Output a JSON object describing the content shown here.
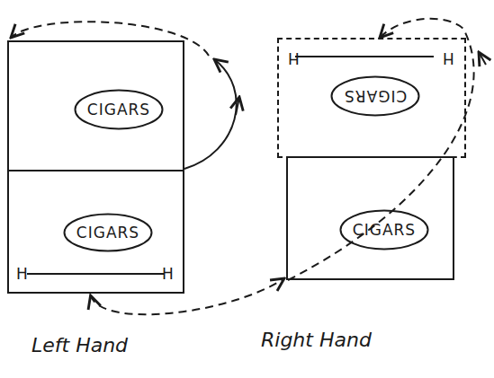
{
  "diagram": {
    "nodes": [
      {
        "text": []
      },
      {
        "text": [
          "CIGARS"
        ],
        "in": 0
      },
      {
        "text": [
          "H",
          "H"
        ]
      },
      {
        "text": [
          "CIGARS"
        ],
        "in": 2
      },
      {
        "text": [
          "H",
          "H"
        ]
      },
      {
        "text": [
          "CIGARS"
        ],
        "in": 4
      },
      {
        "text": []
      },
      {
        "text": [
          "CIGARS"
        ],
        "in": 6
      }
    ],
    "edges": [
      {
        "from": 2,
        "to": 6,
        "arrow": "both"
      }
    ],
    "labels": [
      "Left Hand",
      "Right Hand"
    ]
  }
}
